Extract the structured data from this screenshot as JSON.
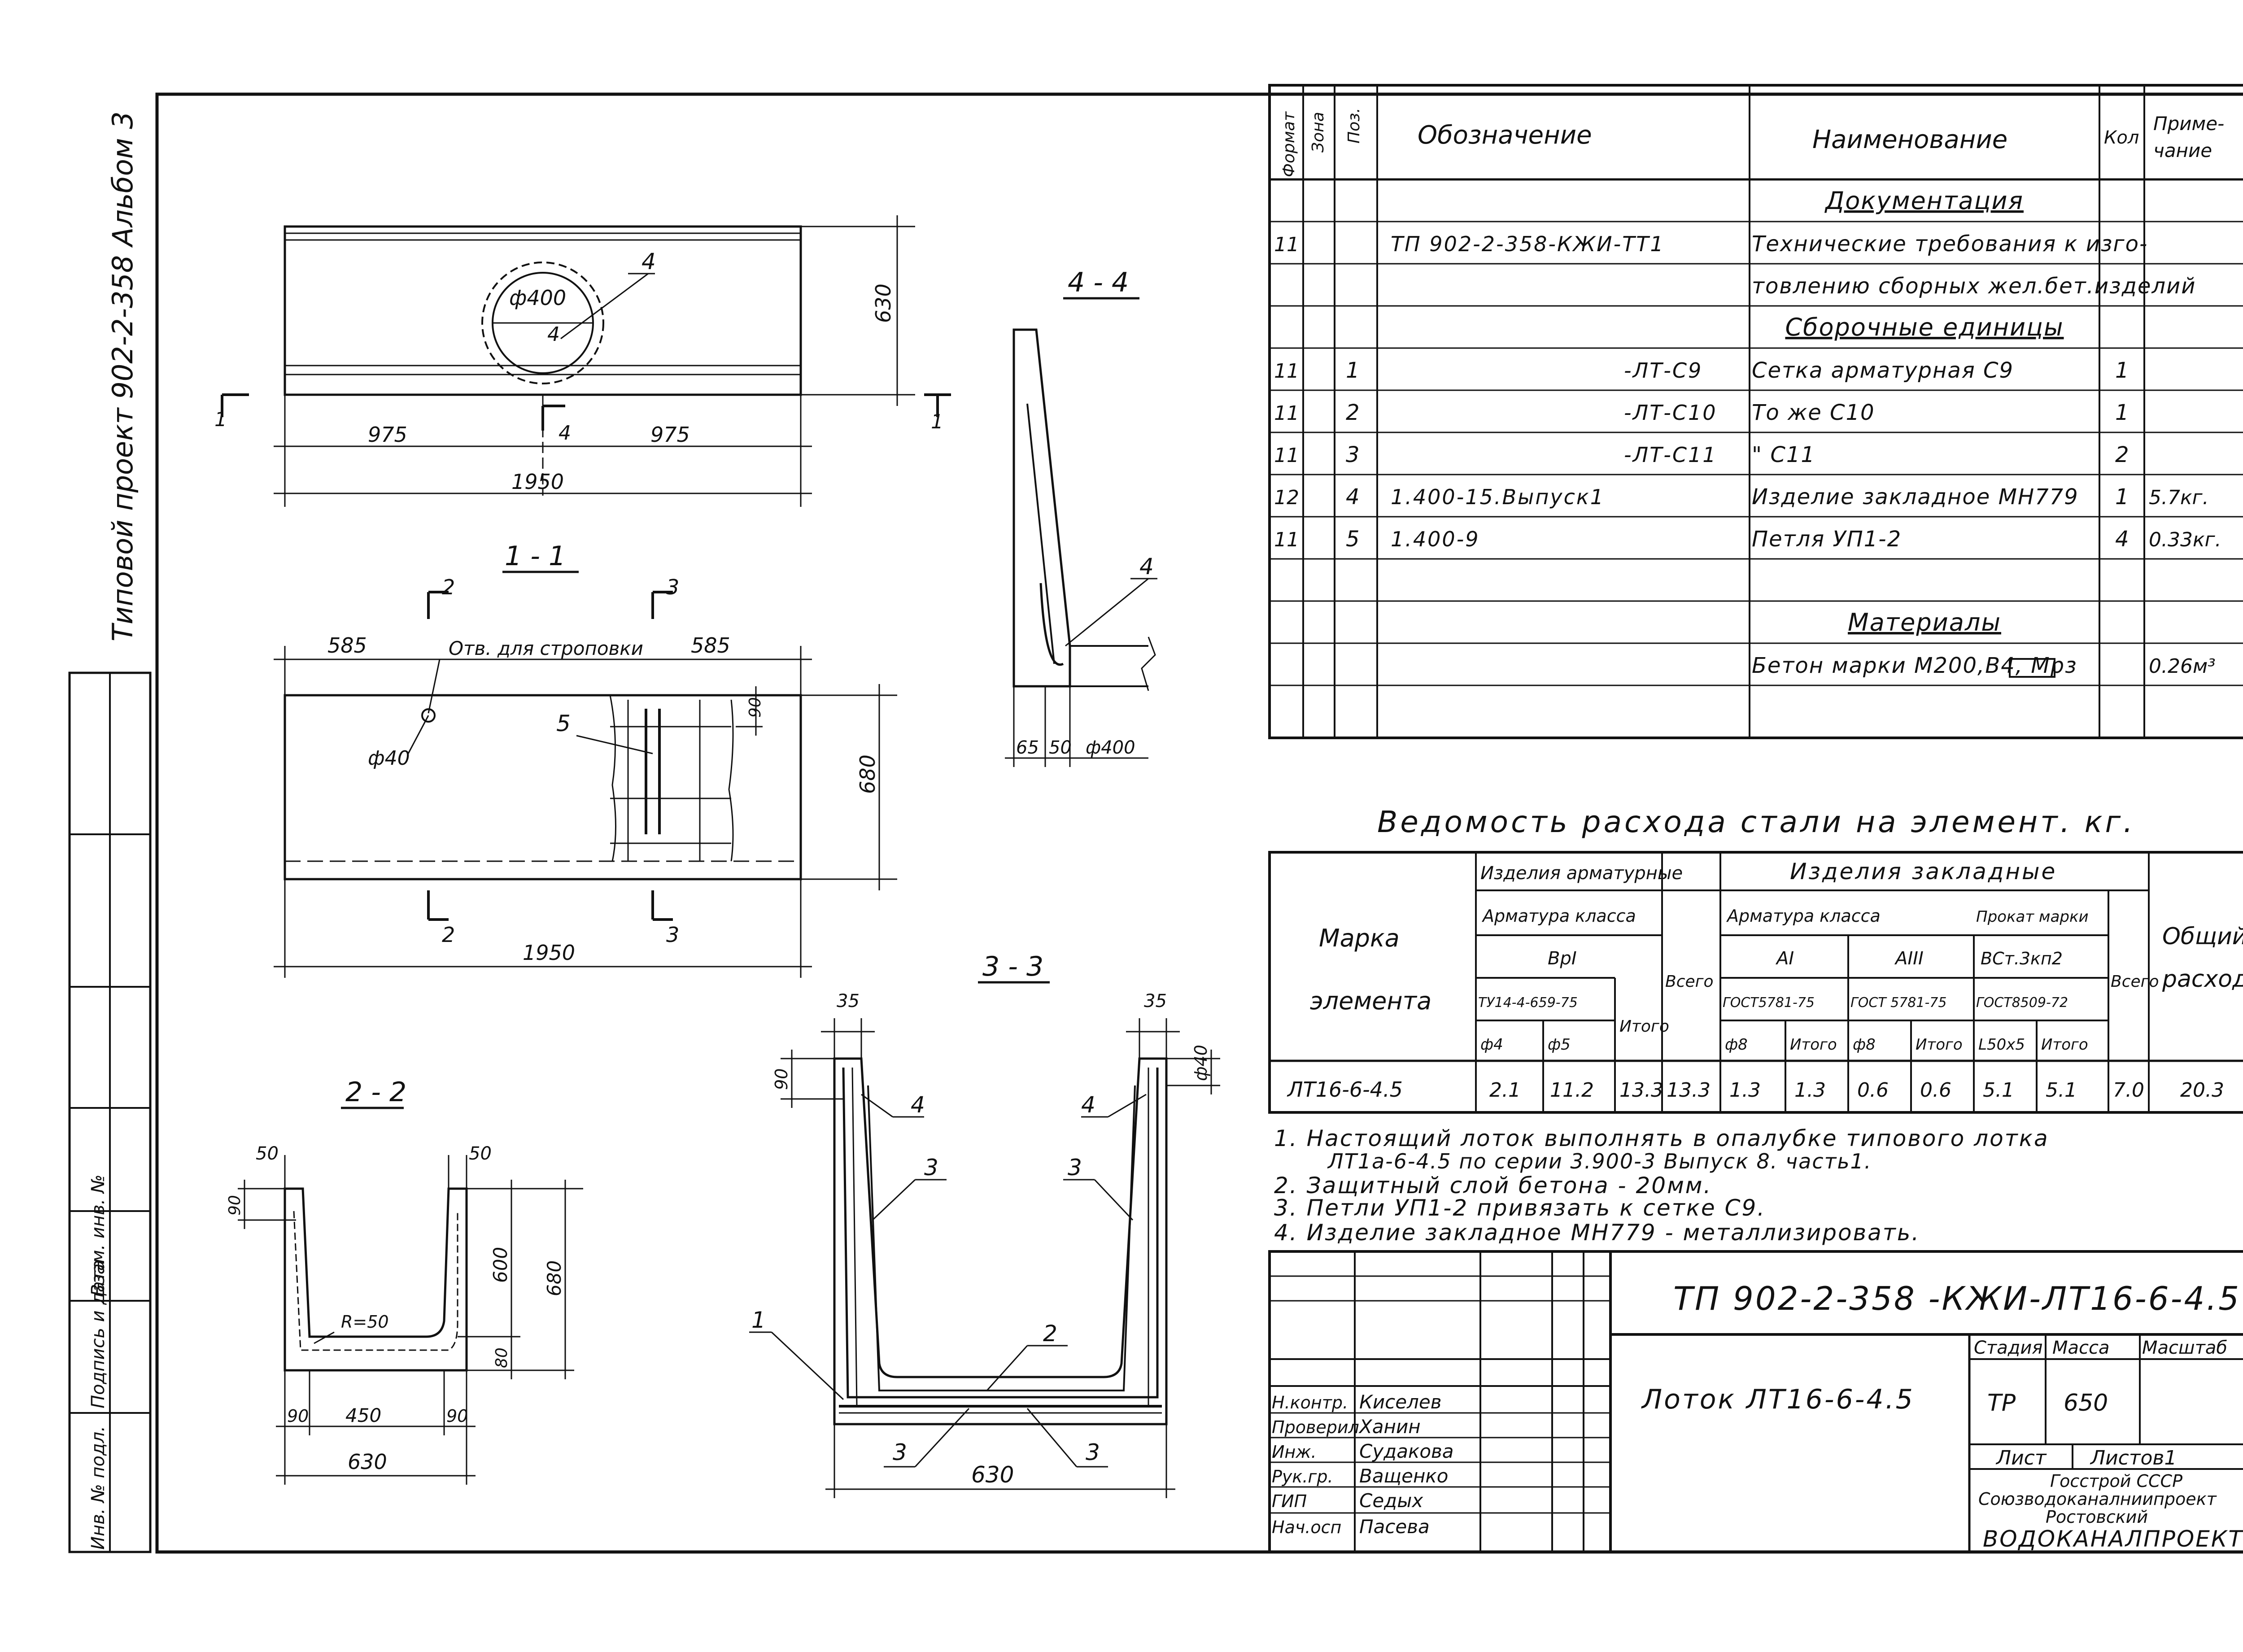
{
  "side": {
    "title": "Типовой проект 902-2-358 Альбом 3",
    "stamp_labels": [
      "Инв. № подл.",
      "Подпись и дата",
      "Взам. инв. №"
    ]
  },
  "spec": {
    "headers": {
      "format": "Формат",
      "zone": "Зона",
      "pos": "Поз.",
      "designation": "Обозначение",
      "name": "Наименование",
      "qty": "Кол",
      "note": "Приме-\nчание"
    },
    "rows": [
      {
        "format": "",
        "pos": "",
        "designation": "",
        "name": "Документация",
        "qty": "",
        "note": ""
      },
      {
        "format": "11",
        "pos": "",
        "designation": "ТП 902-2-358-КЖИ-ТТ1",
        "name": "Технические требования к изго-",
        "qty": "",
        "note": ""
      },
      {
        "format": "",
        "pos": "",
        "designation": "",
        "name": "товлению сборных жел.бет.изделий",
        "qty": "",
        "note": ""
      },
      {
        "format": "",
        "pos": "",
        "designation": "",
        "name": "Сборочные единицы",
        "qty": "",
        "note": ""
      },
      {
        "format": "11",
        "pos": "1",
        "designation": "-ЛТ-С9",
        "name": "Сетка арматурная С9",
        "qty": "1",
        "note": ""
      },
      {
        "format": "11",
        "pos": "2",
        "designation": "-ЛТ-С10",
        "name": "То же С10",
        "qty": "1",
        "note": ""
      },
      {
        "format": "11",
        "pos": "3",
        "designation": "-ЛТ-С11",
        "name": "\" С11",
        "qty": "2",
        "note": ""
      },
      {
        "format": "12",
        "pos": "4",
        "designation": "1.400-15.Выпуск1",
        "name": "Изделие закладное МН779",
        "qty": "1",
        "note": "5.7кг."
      },
      {
        "format": "11",
        "pos": "5",
        "designation": "1.400-9",
        "name": "Петля УП1-2",
        "qty": "4",
        "note": "0.33кг."
      },
      {
        "format": "",
        "pos": "",
        "designation": "",
        "name": "",
        "qty": "",
        "note": ""
      },
      {
        "format": "",
        "pos": "",
        "designation": "",
        "name": "Материалы",
        "qty": "",
        "note": ""
      },
      {
        "format": "",
        "pos": "",
        "designation": "",
        "name": "Бетон марки М200,В4, Мрз",
        "qty": "",
        "note": "0.26м³"
      }
    ]
  },
  "steel": {
    "title": "Ведомость расхода стали на элемент. кг.",
    "h_mark": "Марка элемента",
    "h_arm": "Изделия арматурные",
    "h_arm_class": "Арматура класса",
    "h_bpi": "ВрI",
    "h_tu": "ТУ14-4-659-75",
    "h_itogo": "Итого",
    "h_vsego": "Всего",
    "h_zakl": "Изделия закладные",
    "h_zakl_class": "Арматура класса",
    "h_ai": "АI",
    "h_aiii": "АIII",
    "h_gost1": "ГОСТ5781-75",
    "h_gost2": "ГОСТ 5781-75",
    "h_prokat": "Прокат марки",
    "h_vst": "ВСт.3кп2",
    "h_gost3": "ГОСТ8509-72",
    "h_total": "Общий расход",
    "subs": [
      "ф4",
      "ф5",
      "Итого",
      "ф8",
      "Итого",
      "ф8",
      "Итого",
      "L50х5",
      "Итого"
    ],
    "row": [
      "ЛТ16-6-4.5",
      "2.1",
      "11.2",
      "13.3",
      "13.3",
      "1.3",
      "1.3",
      "0.6",
      "0.6",
      "5.1",
      "5.1",
      "7.0",
      "20.3"
    ]
  },
  "notes": [
    "1. Настоящий лоток выполнять в опалубке типового лотка",
    "ЛТ1а-6-4.5 по серии 3.900-3 Выпуск 8. часть1.",
    "2. Защитный слой бетона - 20мм.",
    "3. Петли УП1-2 привязать к сетке С9.",
    "4. Изделие закладное МН779 - металлизировать."
  ],
  "title_block": {
    "code": "ТП 902-2-358 -КЖИ-ЛТ16-6-4.5",
    "name": "Лоток ЛТ16-6-4.5",
    "stage_h": "Стадия",
    "mass_h": "Масса",
    "scale_h": "Масштаб",
    "stage": "ТР",
    "mass": "650",
    "sheet_h": "Лист",
    "sheets_h": "Листов1",
    "org": [
      "Госстрой СССР",
      "Союзводоканалниипроект",
      "Ростовский",
      "ВОДОКАНАЛПРОЕКТ"
    ],
    "people": [
      {
        "role": "Н.контр.",
        "name": "Киселев"
      },
      {
        "role": "Проверил",
        "name": "Ханин"
      },
      {
        "role": "Инж.",
        "name": "Судакова"
      },
      {
        "role": "Рук.гр.",
        "name": "Ващенко"
      },
      {
        "role": "ГИП",
        "name": "Седых"
      },
      {
        "role": "Нач.осп",
        "name": "Пасева"
      }
    ]
  },
  "views": {
    "plan": {
      "d_975a": "975",
      "d_975b": "975",
      "d_1950": "1950",
      "d_630": "630",
      "hole": "ф400",
      "mark": "4",
      "cut": "4",
      "cut1": "1"
    },
    "s11": {
      "title": "1 - 1",
      "d_585a": "585",
      "d_585b": "585",
      "hole_note": "Отв. для строповки",
      "hole": "ф40",
      "d_680": "680",
      "d_1950": "1950",
      "d_90": "90",
      "pos5": "5",
      "c2": "2",
      "c3": "3"
    },
    "s44": {
      "title": "4 - 4",
      "d_65": "65",
      "d_50": "50",
      "d_400": "ф400",
      "pos4": "4"
    },
    "s22": {
      "title": "2 - 2",
      "d_50a": "50",
      "d_50b": "50",
      "d_90": "90",
      "r": "R=50",
      "d_600": "600",
      "d_680": "680",
      "d_80": "80",
      "d_90b": "90",
      "d_450": "450",
      "d_90c": "90",
      "d_630": "630"
    },
    "s33": {
      "title": "3 - 3",
      "d_35a": "35",
      "d_35b": "35",
      "d_90": "90",
      "d_40": "ф40",
      "d_630": "630",
      "p1": "1",
      "p2": "2",
      "p3a": "3",
      "p3b": "3",
      "p3c": "3",
      "p3d": "3",
      "p4a": "4",
      "p4b": "4"
    }
  }
}
